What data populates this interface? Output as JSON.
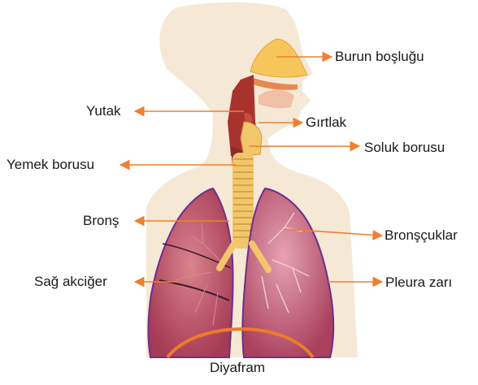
{
  "labels": {
    "nasal_cavity": "Burun boşluğu",
    "pharynx": "Yutak",
    "larynx": "Gırtlak",
    "esophagus": "Yemek borusu",
    "trachea": "Soluk borusu",
    "bronchus": "Bronş",
    "bronchioles": "Bronşçuklar",
    "right_lung": "Sağ akciğer",
    "pleura": "Pleura zarı",
    "diaphragm": "Diyafram"
  },
  "colors": {
    "arrow": "#f07f2e",
    "diaphragm": "#ee7a2a",
    "skin": "#f5e9d6",
    "lung": "#b8475e",
    "lung_outline": "#6e2f8a",
    "trachea": "#f2c66a",
    "nasal": "#f7c65a",
    "throat": "#a8322e"
  }
}
